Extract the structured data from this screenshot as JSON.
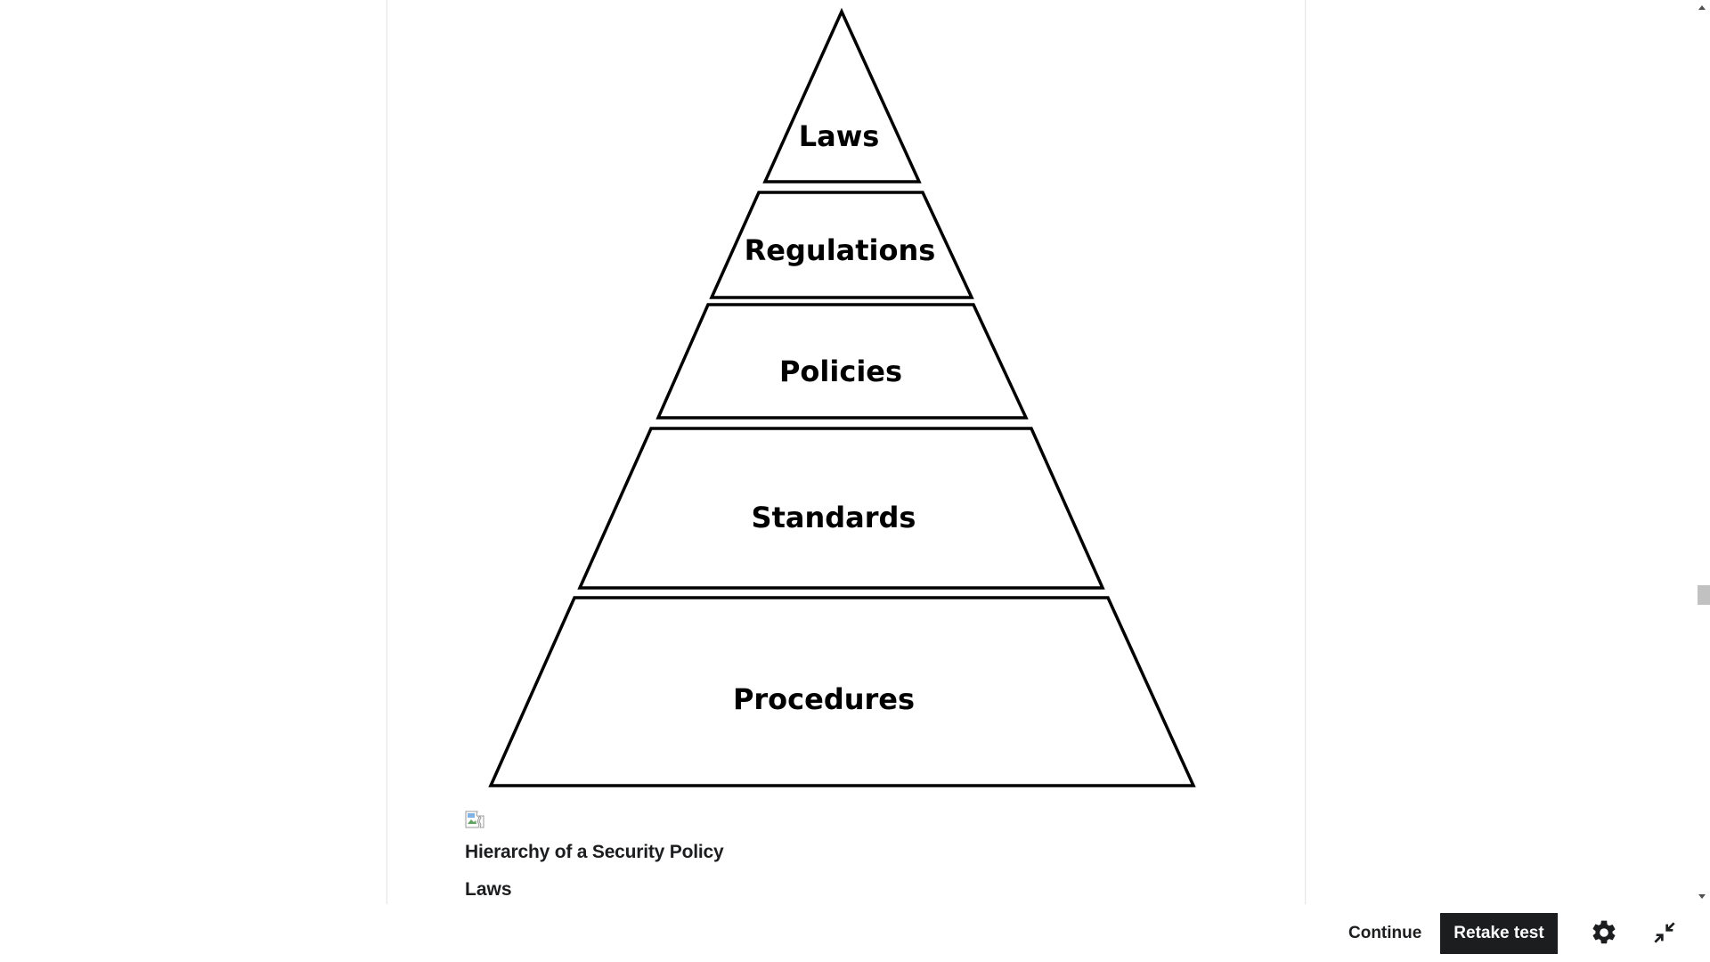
{
  "diagram": {
    "levels": [
      {
        "label": "Laws"
      },
      {
        "label": "Regulations"
      },
      {
        "label": "Policies"
      },
      {
        "label": "Standards"
      },
      {
        "label": "Procedures"
      }
    ]
  },
  "content": {
    "caption": "Hierarchy of a Security Policy",
    "subheading": "Laws"
  },
  "footer": {
    "continue_label": "Continue",
    "retake_label": "Retake test",
    "settings_icon": "gear-icon",
    "collapse_icon": "collapse-icon"
  }
}
